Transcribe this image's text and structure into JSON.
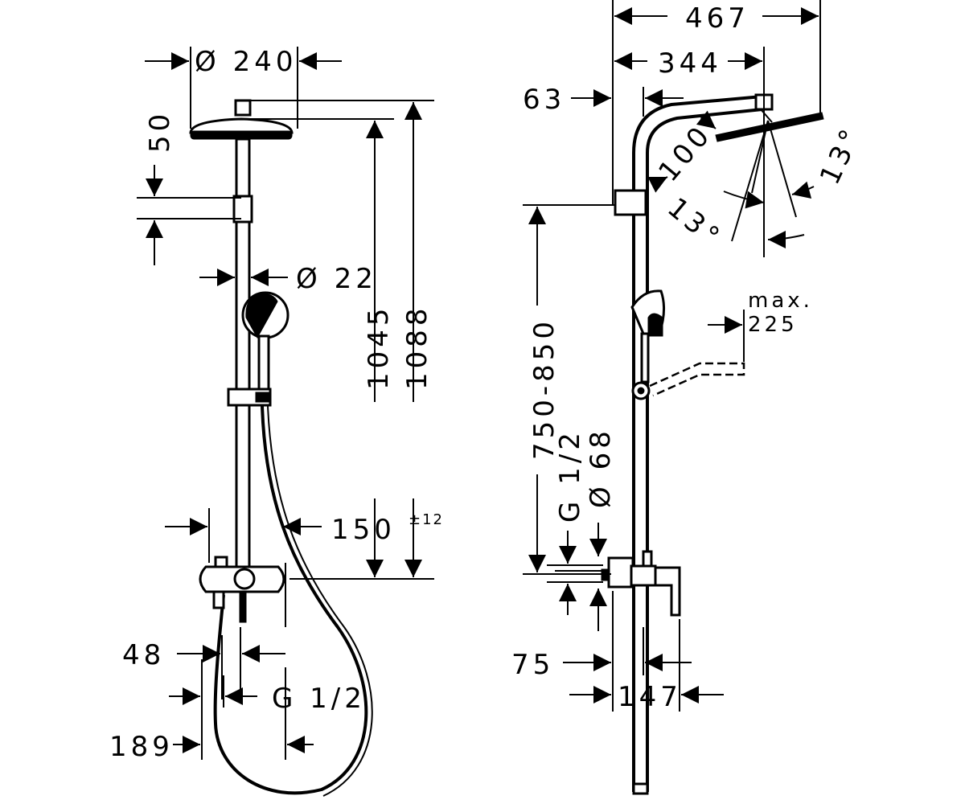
{
  "left_view": {
    "head_diameter": "Ø 240",
    "head_height": "50",
    "rail_diameter": "Ø 22",
    "height_1045": "1045",
    "height_1088": "1088",
    "tolerance": "±12",
    "spacing_150": "150",
    "width_48": "48",
    "thread": "G 1/2",
    "depth_189": "189"
  },
  "right_view": {
    "overall_width": "467",
    "arm_projection": "344",
    "wall_offset": "63",
    "angle_100": "100°",
    "angle_13_right": "13°",
    "angle_13_left": "13°",
    "height_range": "750-850",
    "thread": "G 1/2",
    "diameter_68": "Ø 68",
    "max_label": "max.",
    "max_value": "225",
    "depth_75": "75",
    "depth_147": "147"
  }
}
